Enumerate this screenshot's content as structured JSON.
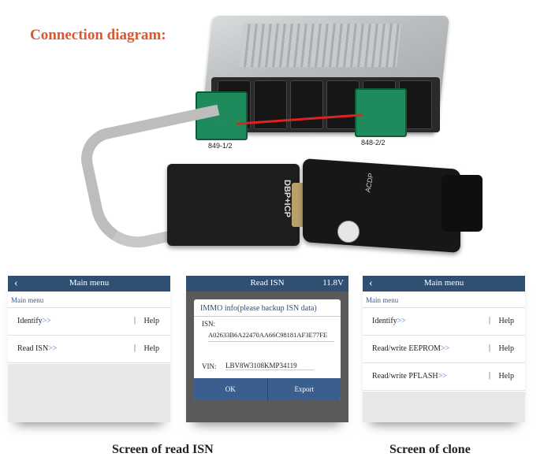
{
  "heading": "Connection diagram:",
  "hardware": {
    "left_board_label": "849-1/2",
    "right_board_label": "848-2/2",
    "adapter_label": "DBP+ICP",
    "device_label": "ACDP"
  },
  "screen_left": {
    "back_icon": "‹",
    "title": "Main menu",
    "section": "Main menu",
    "items": [
      {
        "label": "Identify",
        "arrow": ">>",
        "sep": "|",
        "help": "Help"
      },
      {
        "label": "Read ISN",
        "arrow": ">>",
        "sep": "|",
        "help": "Help"
      }
    ]
  },
  "screen_middle": {
    "title": "Read ISN",
    "voltage": "11.8V",
    "dialog_title": "IMMO info(please backup ISN data)",
    "isn_label": "ISN:",
    "isn_value": "A02633B6A22470AA66C98181AF3E77FE",
    "vin_label": "VIN:",
    "vin_value": "LBV8W3108KMP34119",
    "ok": "OK",
    "export": "Export"
  },
  "screen_right": {
    "back_icon": "‹",
    "title": "Main menu",
    "section": "Main menu",
    "items": [
      {
        "label": "Identify",
        "arrow": ">>",
        "sep": "|",
        "help": "Help"
      },
      {
        "label": "Read/write EEPROM",
        "arrow": ">>",
        "sep": "|",
        "help": "Help"
      },
      {
        "label": "Read/write PFLASH",
        "arrow": ">>",
        "sep": "|",
        "help": "Help"
      }
    ]
  },
  "captions": {
    "read_isn": "Screen of read ISN",
    "clone": "Screen of clone"
  },
  "colors": {
    "heading": "#e0562a",
    "header_bar": "#2f4f73",
    "arrow": "#4a7ac4"
  }
}
